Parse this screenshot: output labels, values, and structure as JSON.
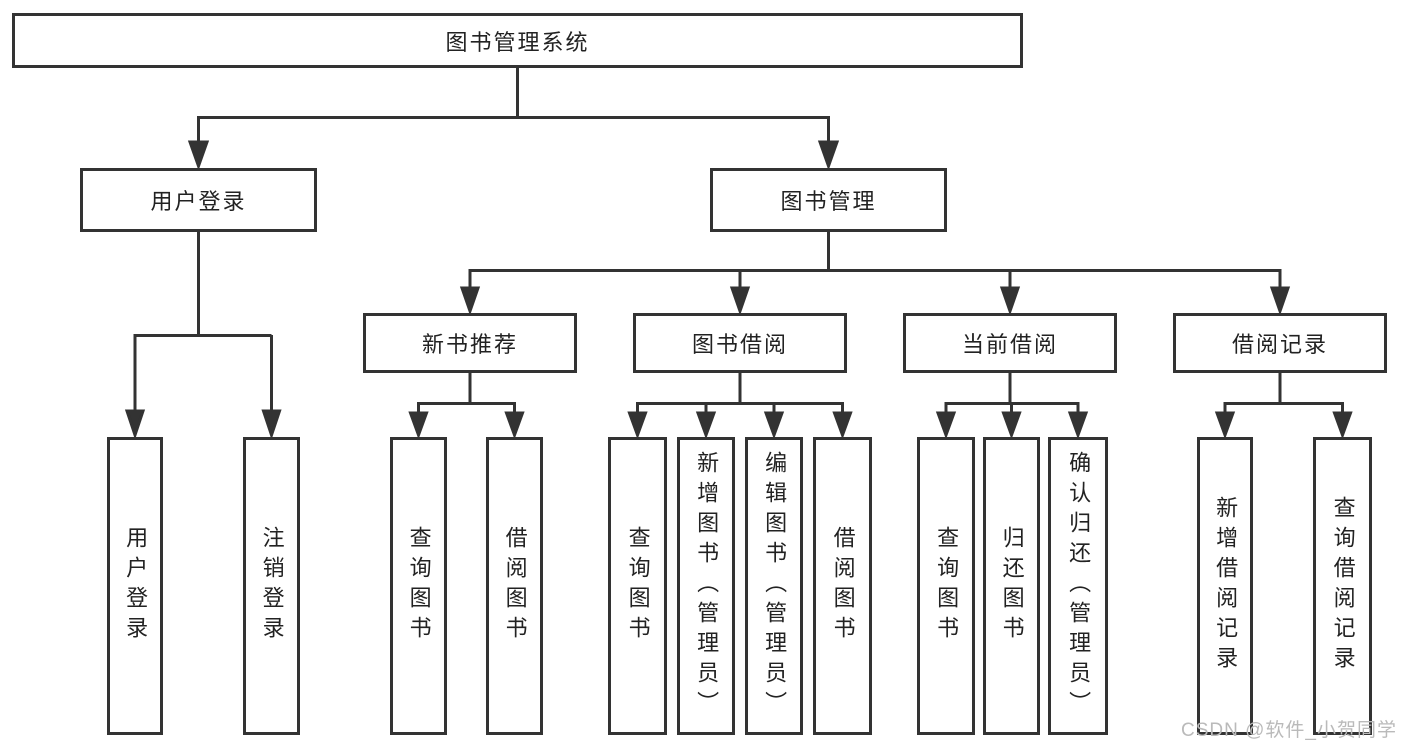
{
  "nodes": {
    "root": "图书管理系统",
    "user_login": "用户登录",
    "book_mgmt": "图书管理",
    "new_book_rec": "新书推荐",
    "book_borrow": "图书借阅",
    "current_borrow": "当前借阅",
    "borrow_record": "借阅记录",
    "leaf_user_login": "用户登录",
    "leaf_logout": "注销登录",
    "leaf_rec_query_book": "查询图书",
    "leaf_rec_borrow_book": "借阅图书",
    "leaf_bb_query_book": "查询图书",
    "leaf_bb_add_book": "新增图书（管理员）",
    "leaf_bb_edit_book": "编辑图书（管理员）",
    "leaf_bb_borrow_book": "借阅图书",
    "leaf_cb_query_book": "查询图书",
    "leaf_cb_return_book": "归还图书",
    "leaf_cb_confirm_return": "确认归还（管理员）",
    "leaf_br_add_record": "新增借阅记录",
    "leaf_br_query_record": "查询借阅记录"
  },
  "watermark": "CSDN @软件_小贺同学",
  "colors": {
    "line": "#333333",
    "text": "#222222",
    "box_background": "#ffffff",
    "watermark": "#bababa"
  }
}
